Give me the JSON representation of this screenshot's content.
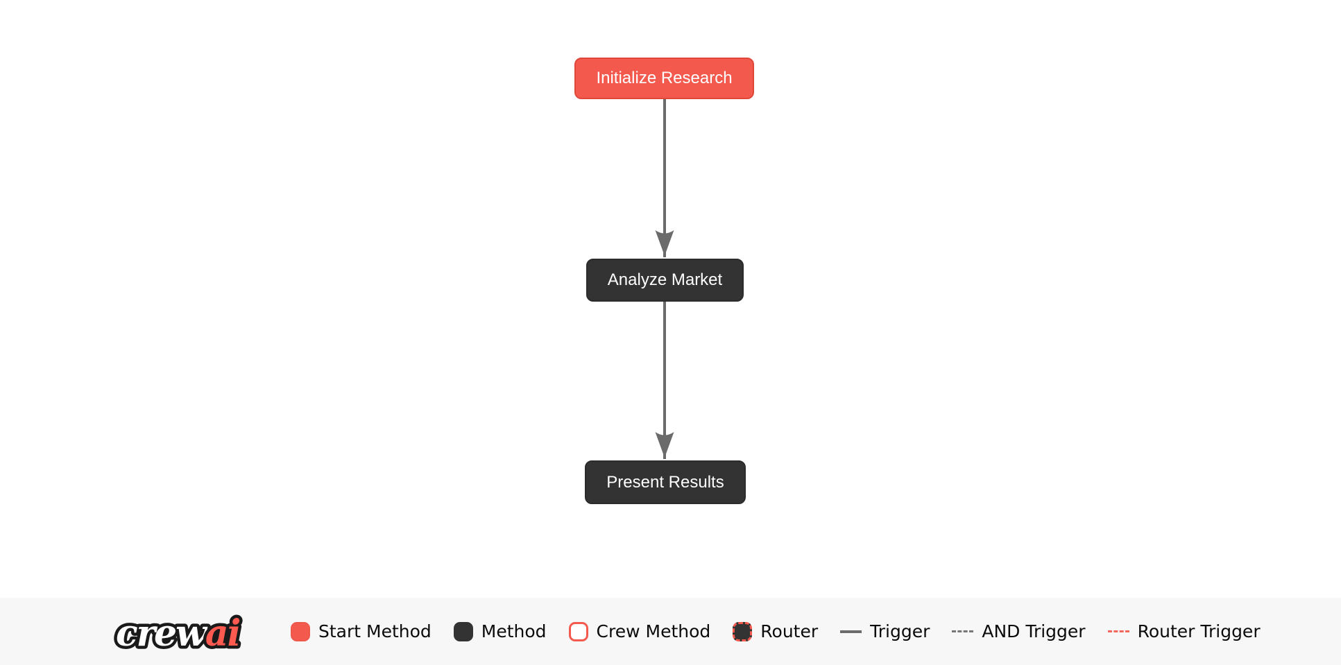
{
  "flow": {
    "nodes": [
      {
        "label": "Initialize Research",
        "type": "start-method"
      },
      {
        "label": "Analyze Market",
        "type": "method"
      },
      {
        "label": "Present Results",
        "type": "method"
      }
    ],
    "edges": [
      {
        "from": "Initialize Research",
        "to": "Analyze Market",
        "type": "trigger"
      },
      {
        "from": "Analyze Market",
        "to": "Present Results",
        "type": "trigger"
      }
    ]
  },
  "legend": {
    "logo": {
      "crew": "crew",
      "ai": "ai"
    },
    "items": [
      {
        "label": "Start Method",
        "swatch": "start-method-box"
      },
      {
        "label": "Method",
        "swatch": "method-box"
      },
      {
        "label": "Crew Method",
        "swatch": "crew-method-box"
      },
      {
        "label": "Router",
        "swatch": "router-box"
      },
      {
        "label": "Trigger",
        "swatch": "solid-line"
      },
      {
        "label": "AND Trigger",
        "swatch": "dashed-gray-line"
      },
      {
        "label": "Router Trigger",
        "swatch": "dashed-red-line"
      }
    ]
  },
  "colors": {
    "start_method_fill": "#F4594E",
    "start_method_border": "#E0473B",
    "method_fill": "#333333",
    "edge": "#6B6B6B",
    "legend_background": "#F7F7F8",
    "logo_red": "#FF5A50",
    "router_trigger_line": "#F4685C",
    "canvas_background": "#FFFFFF"
  }
}
